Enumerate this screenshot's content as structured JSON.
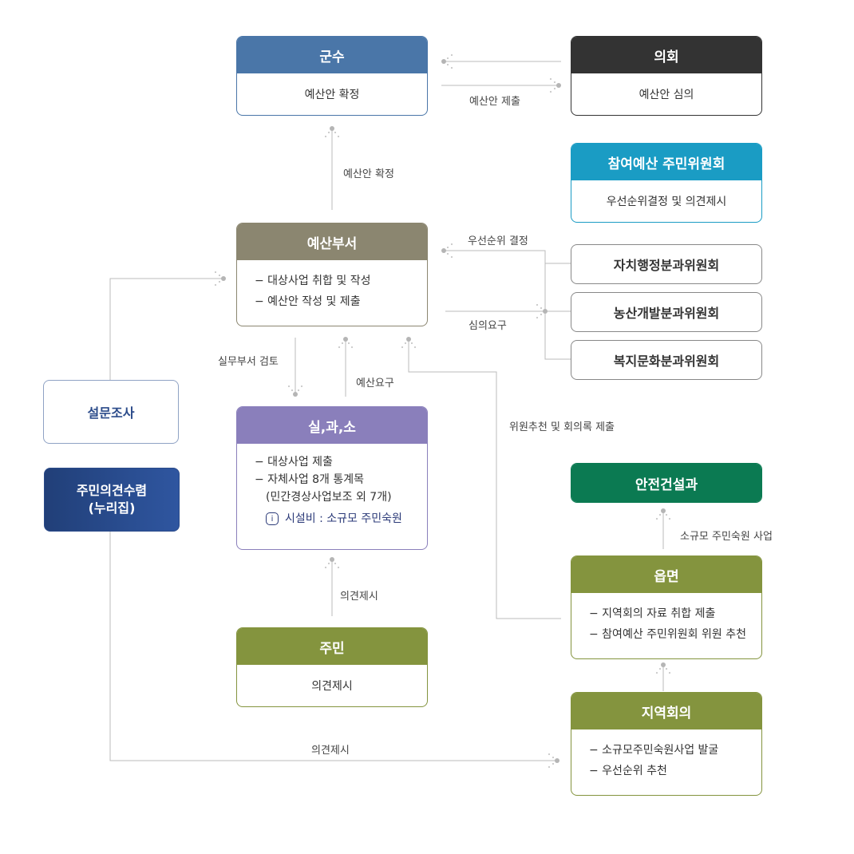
{
  "colors": {
    "gunsu": "#4a76a8",
    "council": "#333333",
    "committee": "#1a9cc4",
    "budget_dept": "#8b8670",
    "dept": "#8a7fbb",
    "residents": "#84943e",
    "safety": "#0b7a52",
    "town": "#84943e",
    "regional": "#84943e",
    "survey_border": "#8fa2c4",
    "opinion_bg": "#2b4b8a",
    "line": "#bbbbbb"
  },
  "nodes": {
    "gunsu": {
      "title": "군수",
      "body": "예산안 확정"
    },
    "council": {
      "title": "의회",
      "body": "예산안 심의"
    },
    "committee": {
      "title": "참여예산 주민위원회",
      "body": "우선순위결정 및 의견제시"
    },
    "budget_dept": {
      "title": "예산부서",
      "items": [
        "− 대상사업 취합 및 작성",
        "− 예산안 작성 및 제출"
      ]
    },
    "subcommittee_1": {
      "title": "자치행정분과위원회"
    },
    "subcommittee_2": {
      "title": "농산개발분과위원회"
    },
    "subcommittee_3": {
      "title": "복지문화분과위원회"
    },
    "dept": {
      "title": "실,과,소",
      "item1": "− 대상사업 제출",
      "item2": "− 자체사업 8개 통계목",
      "item2_sub": "(민간경상사업보조 외 7개)",
      "info_icon": "i",
      "info": "시설비 : 소규모 주민숙원"
    },
    "residents": {
      "title": "주민",
      "body": "의견제시"
    },
    "safety": {
      "title": "안전건설과"
    },
    "town": {
      "title": "읍면",
      "items": [
        "− 지역회의 자료 취합 제출",
        "− 참여예산 주민위원회 위원 추천"
      ]
    },
    "regional": {
      "title": "지역회의",
      "items": [
        "− 소규모주민숙원사업 발굴",
        "− 우선순위 추천"
      ]
    },
    "survey": {
      "title": "설문조사"
    },
    "opinion": {
      "line1": "주민의견수렴",
      "line2": "(누리집)"
    }
  },
  "labels": {
    "submit_budget": "예산안 제출",
    "confirm_budget": "예산안 확정",
    "priority_decision": "우선순위 결정",
    "review_request": "심의요구",
    "dept_review": "실무부서 검토",
    "budget_request": "예산요구",
    "recommend_minutes": "위원추천 및 회의록 제출",
    "small_projects": "소규모 주민숙원 사업",
    "opinion_dept": "의견제시",
    "opinion_regional": "의견제시"
  }
}
